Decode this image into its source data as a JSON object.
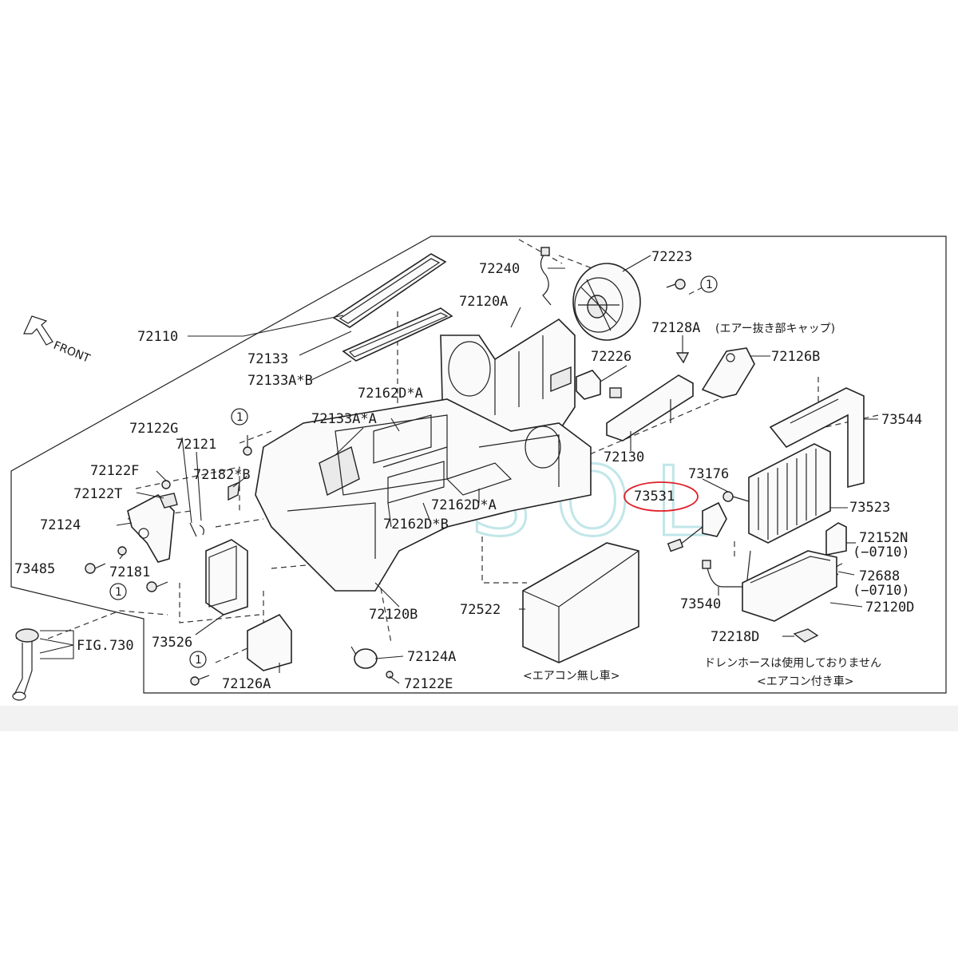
{
  "direction": "FRONT",
  "parts": {
    "p72110": "72110",
    "p72133": "72133",
    "p72133AB": "72133A*B",
    "p72240": "72240",
    "p72223": "72223",
    "p72120A": "72120A",
    "p72128A": "72128A",
    "p72128A_note": "(エアー抜き部キャップ)",
    "p72226": "72226",
    "p72126B": "72126B",
    "p72162DA_1": "72162D*A",
    "p72133AA": "72133A*A",
    "p72122G": "72122G",
    "p72121": "72121",
    "p72182B": "72182*B",
    "p72122F": "72122F",
    "p72122T": "72122T",
    "p72124": "72124",
    "p73485": "73485",
    "p72181": "72181",
    "p72162DA_2": "72162D*A",
    "p72162DB": "72162D*B",
    "p72130": "72130",
    "p73544": "73544",
    "p73176": "73176",
    "p73531": "73531",
    "p73523": "73523",
    "p72152N": "72152N",
    "p72152N_note": "(−0710)",
    "p72688": "72688",
    "p72688_note": "(−0710)",
    "p73540": "73540",
    "p72120D": "72120D",
    "p72522": "72522",
    "p72120B": "72120B",
    "p73526": "73526",
    "p72218D": "72218D",
    "p72124A": "72124A",
    "p72122E": "72122E",
    "p72126A": "72126A",
    "fig": "FIG.730"
  },
  "callout_number": "1",
  "notes": {
    "no_ac": "<エアコン無し車>",
    "drain": "ドレンホースは使用しておりません",
    "with_ac": "<エアコン付き車>"
  },
  "watermark": "E-SOL",
  "colors": {
    "highlight": "#e0202a",
    "watermark": "#8fd3d8",
    "line": "#222222"
  }
}
